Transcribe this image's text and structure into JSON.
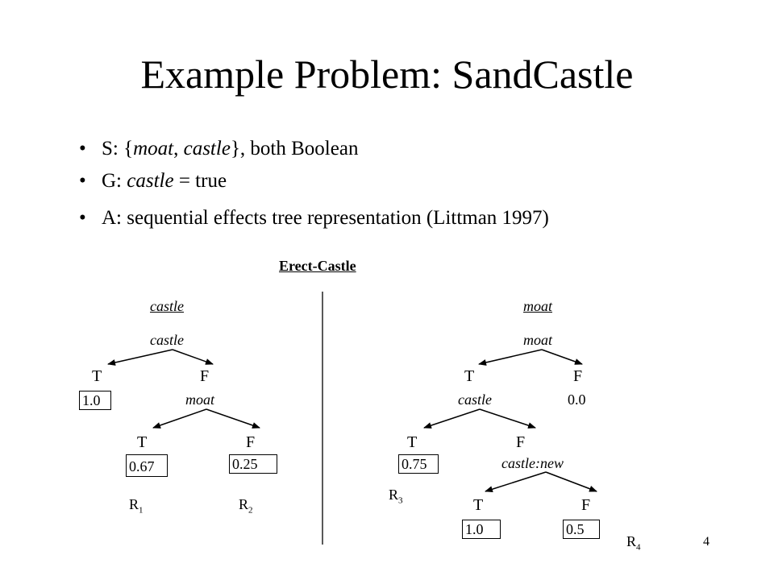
{
  "slide": {
    "title": "Example Problem: SandCastle",
    "page_number": "4"
  },
  "bullets": [
    {
      "prefix": "S: {",
      "em1": "moat",
      "mid": ", ",
      "em2": "castle",
      "suffix": "}, both Boolean"
    },
    {
      "prefix": "G: ",
      "em1": "castle",
      "suffix": " = true"
    },
    {
      "prefix": "A: sequential effects tree representation (Littman 1997)"
    }
  ],
  "diagram": {
    "action": "Erect-Castle",
    "left_tree": {
      "effect_var": "castle",
      "root": "castle",
      "root_true": "T",
      "root_false": "F",
      "leaf_true": "1.0",
      "node2": "moat",
      "node2_true": "T",
      "node2_false": "F",
      "leaf_tt": "0.67",
      "leaf_tf": "0.25",
      "r1": {
        "base": "R",
        "sub": "1"
      },
      "r2": {
        "base": "R",
        "sub": "2"
      }
    },
    "right_tree": {
      "effect_var": "moat",
      "root": "moat",
      "root_true": "T",
      "root_false": "F",
      "leaf_false": "0.0",
      "node2": "castle",
      "node2_true": "T",
      "node2_false": "F",
      "leaf_tt": "0.75",
      "node3": "castle:new",
      "node3_true": "T",
      "node3_false": "F",
      "leaf_ft": "1.0",
      "leaf_ff": "0.5",
      "r3": {
        "base": "R",
        "sub": "3"
      },
      "r4": {
        "base": "R",
        "sub": "4"
      }
    }
  }
}
